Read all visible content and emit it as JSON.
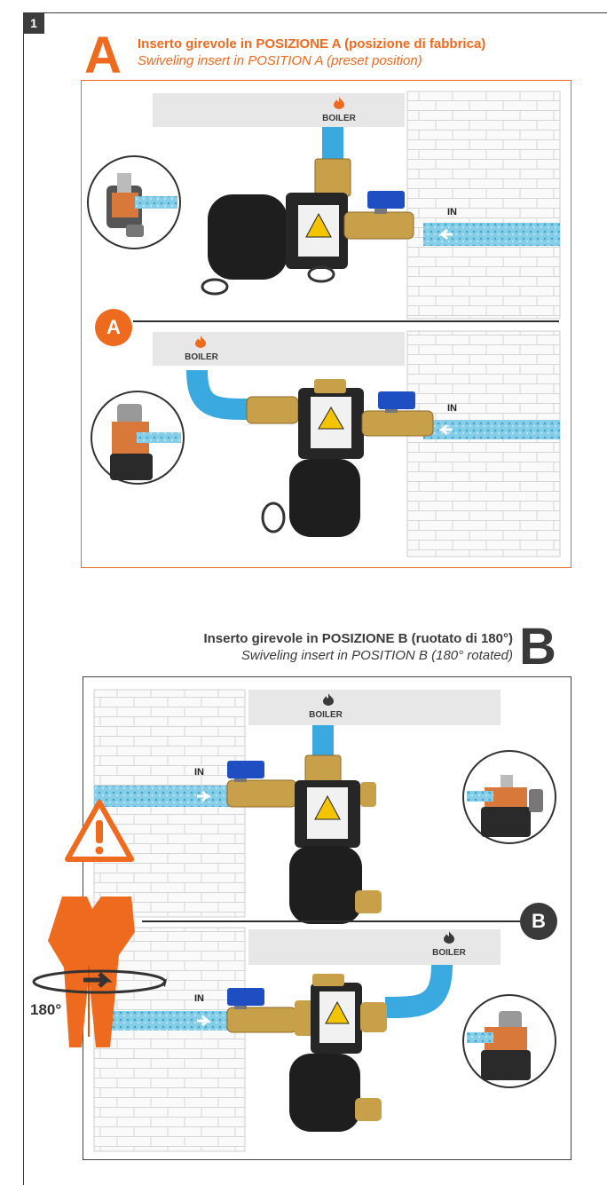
{
  "page": {
    "step_number": "1"
  },
  "section_a": {
    "letter": "A",
    "title_it": "Inserto girevole in POSIZIONE A (posizione di fabbrica)",
    "title_en": "Swiveling insert in POSITION A (preset position)",
    "label_boiler": "BOILER",
    "label_in": "IN",
    "marker": "A",
    "accent_color": "#ee6a1e"
  },
  "section_b": {
    "letter": "B",
    "title_it": "Inserto girevole in POSIZIONE B (ruotato di 180°)",
    "title_en": "Swiveling insert in POSITION B (180° rotated)",
    "label_boiler": "BOILER",
    "label_in": "IN",
    "marker": "B",
    "rotation_label": "180°",
    "accent_color": "#3a3a3a"
  },
  "colors": {
    "pipe_blue": "#3aa9e0",
    "brass": "#c9a04a",
    "body_black": "#1e1e1e",
    "warning": "#ee6a1e"
  },
  "icons": [
    "flame-icon",
    "warning-triangle-icon",
    "rotate-arrows-icon",
    "swivel-insert-icon"
  ]
}
